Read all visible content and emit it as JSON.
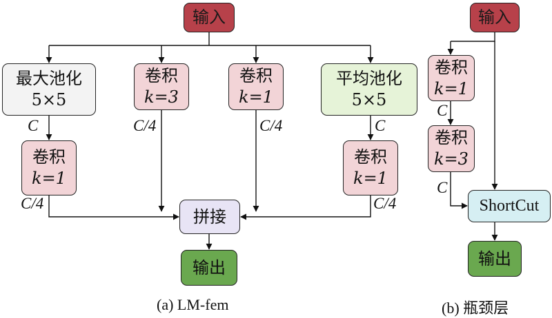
{
  "panel_a": {
    "input": "输入",
    "maxpool": {
      "title": "最大池化",
      "size": "5×5"
    },
    "conv_k3": {
      "title": "卷积",
      "param": "k=3"
    },
    "conv_k1_mid": {
      "title": "卷积",
      "param": "k=1"
    },
    "avgpool": {
      "title": "平均池化",
      "size": "5×5"
    },
    "conv_k1_left": {
      "title": "卷积",
      "param": "k=1"
    },
    "conv_k1_right": {
      "title": "卷积",
      "param": "k=1"
    },
    "concat": "拼接",
    "output": "输出",
    "labels": {
      "maxpool_out": "C",
      "conv_k3_out": "C/4",
      "conv_k1_mid_out": "C/4",
      "avgpool_out": "C",
      "conv_k1_left_out": "C/4",
      "conv_k1_right_out": "C/4"
    },
    "caption": "(a) LM-fem"
  },
  "panel_b": {
    "input": "输入",
    "conv1": {
      "title": "卷积",
      "param": "k=1"
    },
    "conv2": {
      "title": "卷积",
      "param": "k=3"
    },
    "shortcut": "ShortCut",
    "output": "输出",
    "labels": {
      "conv1_out": "C",
      "conv2_out": "C"
    },
    "caption": "(b) 瓶颈层"
  },
  "colors": {
    "input": "#b7414a",
    "conv": "#f2d4d7",
    "maxpool": "#f3f3f3",
    "avgpool": "#e6f3d8",
    "concat": "#e8e4f5",
    "output": "#6aa84f",
    "shortcut": "#d6eff3"
  }
}
